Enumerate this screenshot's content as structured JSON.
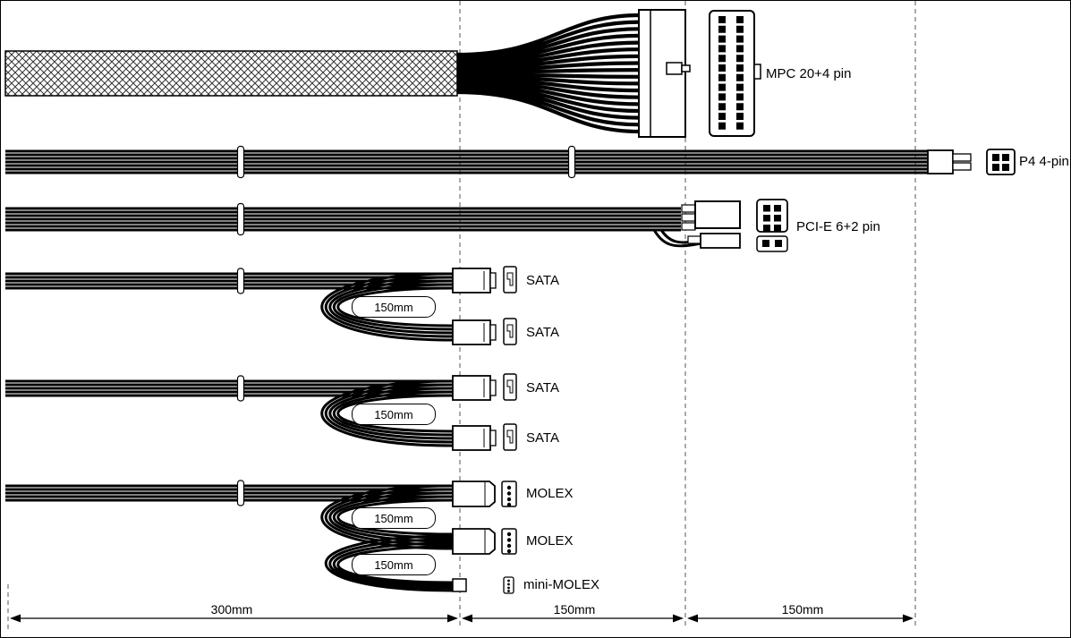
{
  "labels": {
    "mpc": "MPC 20+4 pin",
    "p4": "P4 4-pin",
    "pcie": "PCI-E 6+2 pin",
    "sata1": "SATA",
    "sata2": "SATA",
    "sata3": "SATA",
    "sata4": "SATA",
    "molex1": "MOLEX",
    "molex2": "MOLEX",
    "mini_molex": "mini-MOLEX"
  },
  "loops": {
    "sata_group1": "150mm",
    "sata_group2": "150mm",
    "molex_loop1": "150mm",
    "molex_loop2": "150mm"
  },
  "dims": {
    "seg1": "300mm",
    "seg2": "150mm",
    "seg3": "150mm"
  }
}
